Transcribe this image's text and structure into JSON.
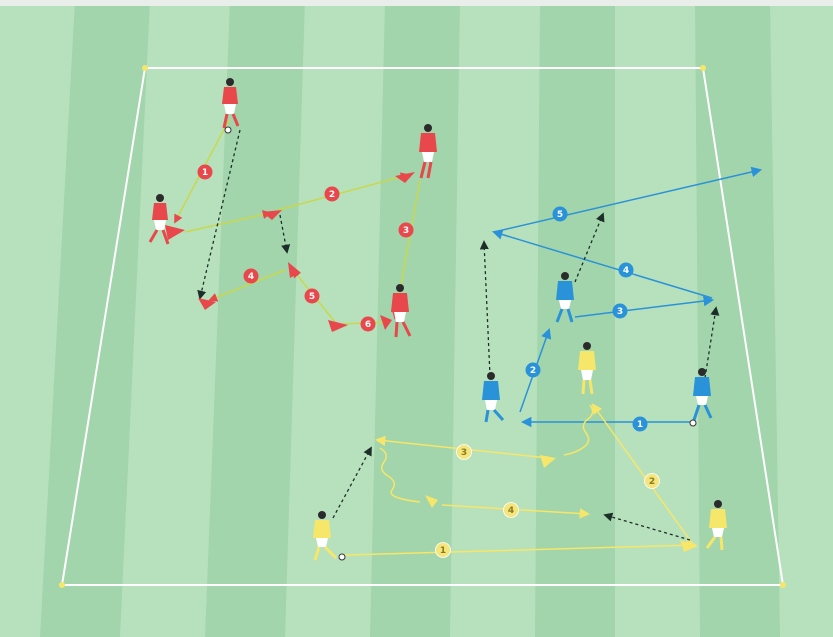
{
  "colors": {
    "pitch_dark": "#a2d5ab",
    "pitch_light": "#b7e1bd",
    "field_line": "#ffffff",
    "red_team": "#e8474b",
    "red_line": "#c9d84a",
    "blue_team": "#2a92d8",
    "yellow_team": "#f6e66a",
    "yellow_badge": "#f5e57d",
    "dribble_arrow": "#1d2d2a"
  },
  "red": {
    "labels": [
      "1",
      "2",
      "3",
      "4",
      "5",
      "6"
    ]
  },
  "blue": {
    "labels": [
      "1",
      "2",
      "3",
      "4",
      "5"
    ]
  },
  "yellow": {
    "labels": [
      "1",
      "2",
      "3",
      "4"
    ]
  }
}
